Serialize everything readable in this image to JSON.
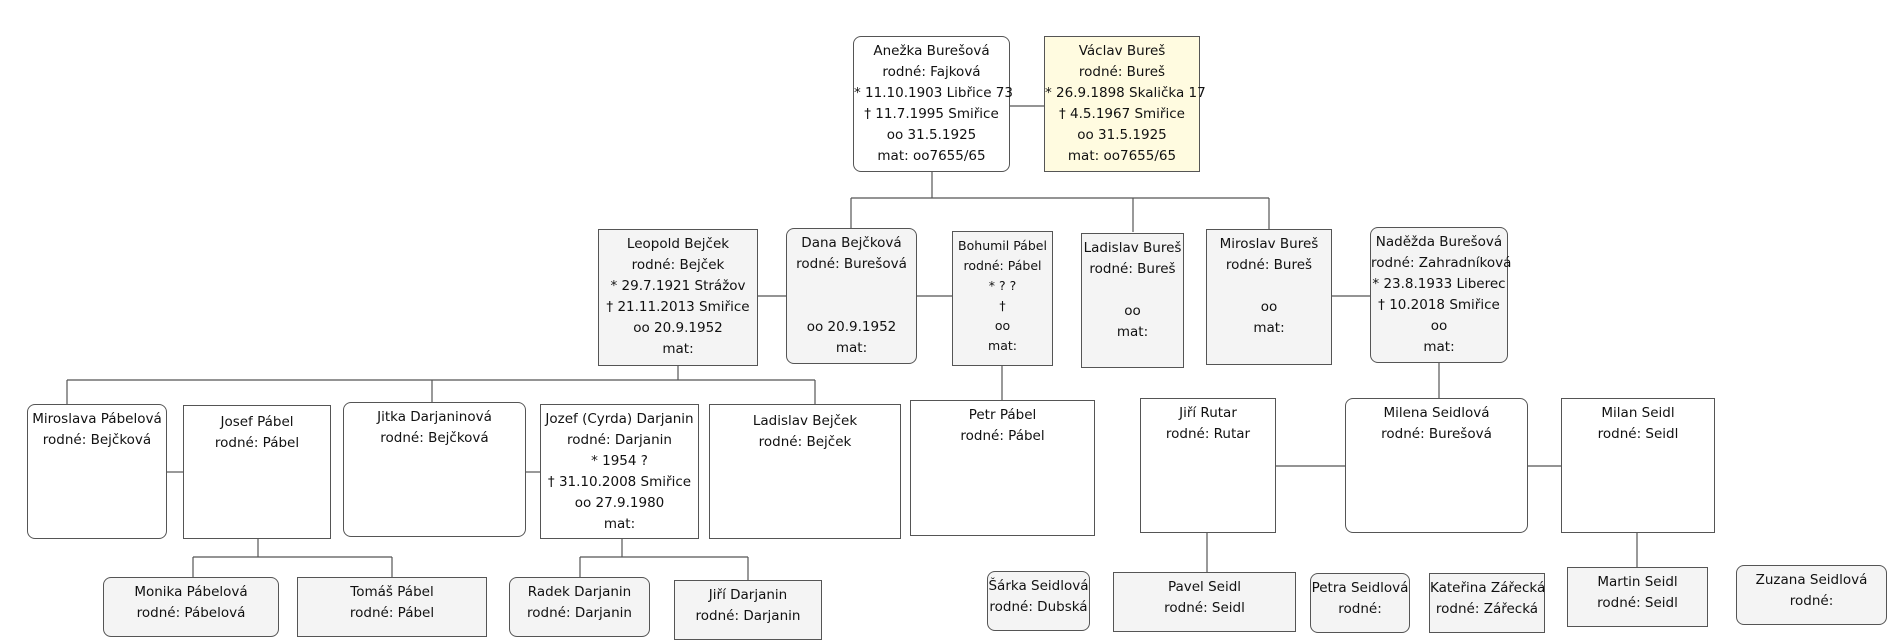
{
  "people": [
    {
      "id": "anezka",
      "lines": [
        "Anežka Burešová",
        "rodné: Fajková",
        "* 11.10.1903 Libřice 73",
        "† 11.7.1995 Smiřice",
        "oo 31.5.1925",
        "mat: oo7655/65"
      ]
    },
    {
      "id": "vaclav",
      "lines": [
        "Václav Bureš",
        "rodné: Bureš",
        "* 26.9.1898 Skalička 17",
        "† 4.5.1967 Smiřice",
        "oo 31.5.1925",
        "mat: oo7655/65"
      ]
    },
    {
      "id": "leopold",
      "lines": [
        "Leopold Bejček",
        "rodné: Bejček",
        "* 29.7.1921 Strážov",
        "† 21.11.2013 Smiřice",
        "oo 20.9.1952",
        "mat:"
      ]
    },
    {
      "id": "dana",
      "lines": [
        "Dana Bejčková",
        "rodné: Burešová",
        "",
        "",
        "oo 20.9.1952",
        "mat:"
      ]
    },
    {
      "id": "bohumil",
      "lines": [
        "Bohumil Pábel",
        "rodné: Pábel",
        "* ? ?",
        "†",
        "oo",
        "mat:"
      ]
    },
    {
      "id": "ladislav_b",
      "lines": [
        "Ladislav Bureš",
        "rodné: Bureš",
        "",
        "oo",
        "mat:"
      ]
    },
    {
      "id": "miroslav_b",
      "lines": [
        "Miroslav Bureš",
        "rodné: Bureš",
        "",
        "oo",
        "mat:"
      ]
    },
    {
      "id": "nadezda",
      "lines": [
        "Naděžda Burešová",
        "rodné: Zahradníková",
        "* 23.8.1933 Liberec",
        "† 10.2018 Smiřice",
        "oo",
        "mat:"
      ]
    },
    {
      "id": "miroslava",
      "lines": [
        "Miroslava Pábelová",
        "rodné: Bejčková"
      ]
    },
    {
      "id": "josef",
      "lines": [
        "Josef Pábel",
        "rodné: Pábel"
      ]
    },
    {
      "id": "jitka",
      "lines": [
        "Jitka Darjaninová",
        "rodné: Bejčková"
      ]
    },
    {
      "id": "jozef",
      "lines": [
        "Jozef (Cyrda) Darjanin",
        "rodné: Darjanin",
        "* 1954 ?",
        "† 31.10.2008 Smiřice",
        "oo 27.9.1980",
        "mat:"
      ]
    },
    {
      "id": "ladislav_bej",
      "lines": [
        "Ladislav Bejček",
        "rodné: Bejček"
      ]
    },
    {
      "id": "petr",
      "lines": [
        "Petr Pábel",
        "rodné: Pábel"
      ]
    },
    {
      "id": "jiri_r",
      "lines": [
        "Jiří Rutar",
        "rodné: Rutar"
      ]
    },
    {
      "id": "milena",
      "lines": [
        "Milena Seidlová",
        "rodné: Burešová"
      ]
    },
    {
      "id": "milan",
      "lines": [
        "Milan Seidl",
        "rodné: Seidl"
      ]
    },
    {
      "id": "monika",
      "lines": [
        "Monika Pábelová",
        "rodné: Pábelová"
      ]
    },
    {
      "id": "tomas",
      "lines": [
        "Tomáš Pábel",
        "rodné: Pábel"
      ]
    },
    {
      "id": "radek",
      "lines": [
        "Radek Darjanin",
        "rodné: Darjanin"
      ]
    },
    {
      "id": "jiri_d",
      "lines": [
        "Jiří Darjanin",
        "rodné: Darjanin"
      ]
    },
    {
      "id": "sarka",
      "lines": [
        "Šárka Seidlová",
        "rodné: Dubská"
      ]
    },
    {
      "id": "pavel",
      "lines": [
        "Pavel Seidl",
        "rodné: Seidl"
      ]
    },
    {
      "id": "petra",
      "lines": [
        "Petra Seidlová",
        "rodné:"
      ]
    },
    {
      "id": "katerina",
      "lines": [
        "Kateřina Zářecká",
        "rodné: Zářecká"
      ]
    },
    {
      "id": "martin",
      "lines": [
        "Martin Seidl",
        "rodné: Seidl"
      ]
    },
    {
      "id": "zuzana",
      "lines": [
        "Zuzana Seidlová",
        "rodné:"
      ]
    }
  ]
}
